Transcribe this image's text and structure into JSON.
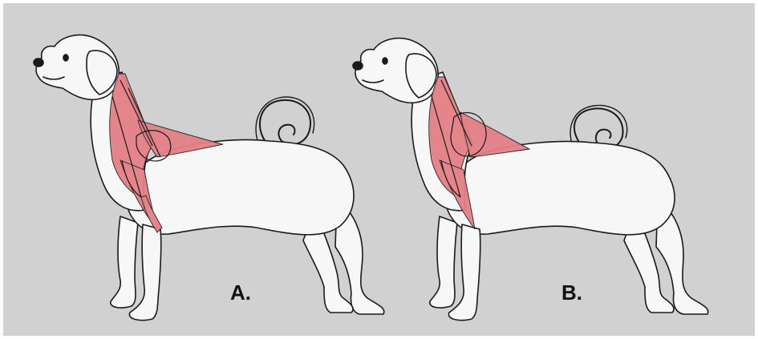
{
  "figures": [
    {
      "id": "A",
      "label": "A."
    },
    {
      "id": "B",
      "label": "B."
    }
  ],
  "colors": {
    "background": "#d1d1d1",
    "body": "#f7f7f7",
    "outline": "#1a1a1a",
    "muscle": "#e47f87"
  },
  "icons": [
    "dog-figure",
    "neck-muscles",
    "curled-tail"
  ]
}
